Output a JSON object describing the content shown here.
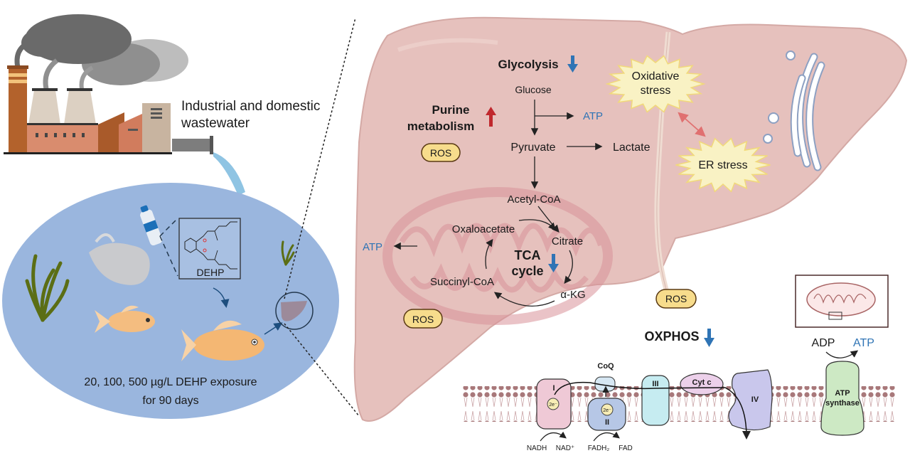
{
  "environment": {
    "source_caption_line1": "Industrial and domestic",
    "source_caption_line2": "wastewater",
    "pollutant_label": "DEHP",
    "exposure_line1": "20, 100, 500 µg/L DEHP exposure",
    "exposure_line2": "for 90 days"
  },
  "liver": {
    "glycolysis": {
      "title": "Glycolysis",
      "trend": "down",
      "glucose": "Glucose",
      "atp": "ATP",
      "pyruvate": "Pyruvate",
      "lactate": "Lactate",
      "acetyl_coa": "Acetyl-CoA"
    },
    "purine": {
      "line1": "Purine",
      "line2": "metabolism",
      "trend": "up"
    },
    "tca": {
      "line1": "TCA",
      "line2": "cycle",
      "trend": "down",
      "oxaloacetate": "Oxaloacetate",
      "citrate": "Citrate",
      "akg": "α-KG",
      "succinyl_coa": "Succinyl-CoA",
      "atp": "ATP"
    },
    "ros_label": "ROS",
    "oxidative_line1": "Oxidative",
    "oxidative_line2": "stress",
    "er_stress": "ER stress"
  },
  "oxphos": {
    "title": "OXPHOS",
    "trend": "down",
    "complex_1": "I",
    "complex_2": "II",
    "complex_3": "III",
    "complex_4": "IV",
    "coq": "CoQ",
    "cyt_c": "Cyt c",
    "electron": "2e⁻",
    "nadh": "NADH",
    "nad": "NAD⁺",
    "fadh2": "FADH₂",
    "fad": "FAD",
    "adp": "ADP",
    "atp": "ATP",
    "atp_synthase_line1": "ATP",
    "atp_synthase_line2": "synthase"
  },
  "colors": {
    "down_arrow": "#2f74b5",
    "up_arrow": "#c0282d",
    "atp_text": "#2f74b5",
    "liver": "#e6c1bd",
    "pond": "#9ab6de",
    "ros_fill": "#f7dc8c"
  }
}
